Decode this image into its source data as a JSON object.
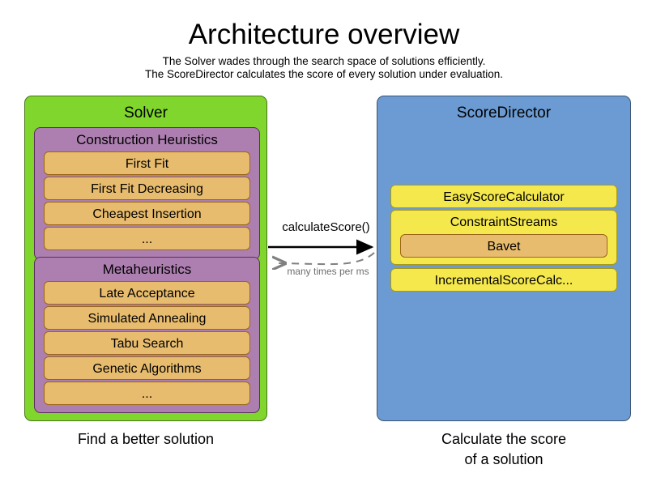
{
  "header": {
    "title": "Architecture overview",
    "subtitle_line1": "The Solver wades through the search space of solutions efficiently.",
    "subtitle_line2": "The ScoreDirector calculates the score of every solution under evaluation."
  },
  "colors": {
    "solver_panel": "#80D62C",
    "scoredirector_panel": "#6B9BD2",
    "group": "#AD7FB0",
    "leaf": "#E8BC6E",
    "ybox": "#F5E84D",
    "arrow_solid": "#000000",
    "arrow_dashed": "#808080"
  },
  "solver": {
    "title": "Solver",
    "caption": "Find a better solution",
    "groups": [
      {
        "title": "Construction Heuristics",
        "items": [
          "First Fit",
          "First Fit Decreasing",
          "Cheapest Insertion",
          "..."
        ]
      },
      {
        "title": "Metaheuristics",
        "items": [
          "Late Acceptance",
          "Simulated Annealing",
          "Tabu Search",
          "Genetic Algorithms",
          "..."
        ]
      }
    ]
  },
  "scoredirector": {
    "title": "ScoreDirector",
    "caption_line1": "Calculate the score",
    "caption_line2": "of a solution",
    "boxes": [
      {
        "label": "EasyScoreCalculator"
      },
      {
        "label": "ConstraintStreams",
        "child": "Bavet"
      },
      {
        "label": "IncrementalScoreCalc..."
      }
    ]
  },
  "connectors": [
    {
      "label": "calculateScore()",
      "style": "solid",
      "direction": "right"
    },
    {
      "label": "many times per ms",
      "style": "dashed",
      "direction": "left"
    }
  ]
}
